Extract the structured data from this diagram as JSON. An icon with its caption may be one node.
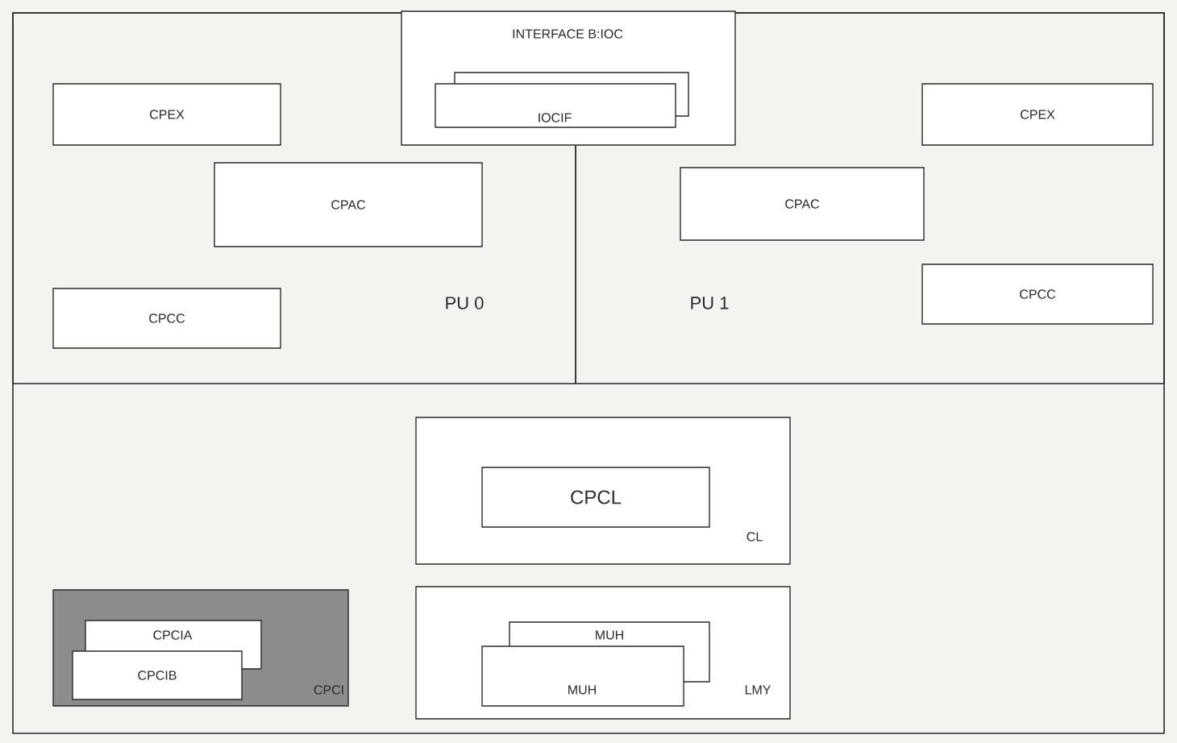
{
  "diagram": {
    "nodes": [
      {
        "text": [
          "PU 0"
        ]
      },
      {
        "text": [
          "CPEX"
        ],
        "in": 0
      },
      {
        "text": [
          "CPAC"
        ],
        "in": 0
      },
      {
        "text": [
          "CPCC"
        ],
        "in": 0
      },
      {
        "text": [
          "INTERFACE B:IOC"
        ]
      },
      {
        "text": [],
        "shape": "box",
        "in": 4
      },
      {
        "text": [
          "IOCIF"
        ],
        "in": 4
      },
      {
        "text": [
          "PU 1"
        ]
      },
      {
        "text": [
          "CPEX"
        ],
        "in": 7
      },
      {
        "text": [
          "CPAC"
        ],
        "in": 7
      },
      {
        "text": [
          "CPCC"
        ],
        "in": 7
      },
      {
        "text": [
          "CL"
        ]
      },
      {
        "text": [
          "CPCL"
        ],
        "in": 11
      },
      {
        "text": [
          "CPCI"
        ]
      },
      {
        "text": [
          "CPCIA"
        ],
        "in": 13
      },
      {
        "text": [
          "CPCIB"
        ],
        "in": 13
      },
      {
        "text": [
          "LMY"
        ]
      },
      {
        "text": [
          "MUH"
        ],
        "in": 16
      },
      {
        "text": [
          "MUH"
        ],
        "in": 16
      }
    ]
  }
}
